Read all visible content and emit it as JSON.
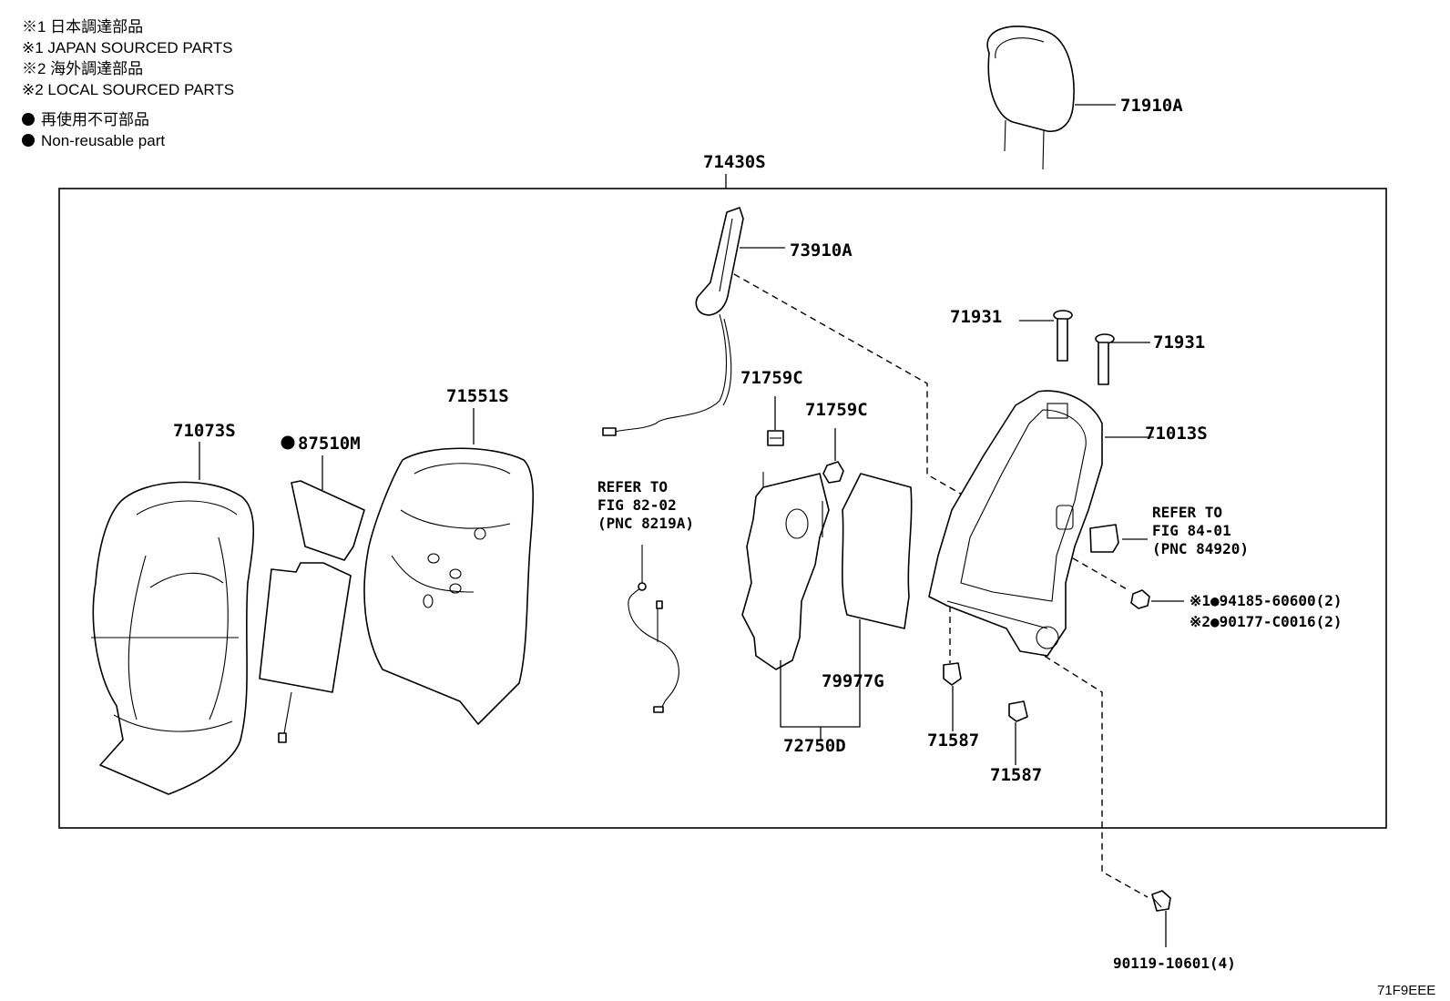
{
  "legend": {
    "line1": "※1 日本調達部品",
    "line2": "※1 JAPAN SOURCED PARTS",
    "line3": "※2 海外調達部品",
    "line4": "※2 LOCAL SOURCED PARTS",
    "line5": "再使用不可部品",
    "line6": "Non-reusable part"
  },
  "parts": {
    "p71910A": "71910A",
    "p71430S": "71430S",
    "p73910A": "73910A",
    "p71931_a": "71931",
    "p71931_b": "71931",
    "p71551S": "71551S",
    "p71073S": "71073S",
    "p87510M": "87510M",
    "p71759C_a": "71759C",
    "p71759C_b": "71759C",
    "p71013S": "71013S",
    "p79977G": "79977G",
    "p72750D": "72750D",
    "p71587_a": "71587",
    "p71587_b": "71587",
    "p94185": "※1●94185-60600(2)",
    "p90177": "※2●90177-C0016(2)",
    "p90119": "90119-10601(4)"
  },
  "refs": {
    "r1_line1": "REFER TO",
    "r1_line2": "FIG 82-02",
    "r1_line3": "(PNC 8219A)",
    "r2_line1": "REFER TO",
    "r2_line2": "FIG 84-01",
    "r2_line3": "(PNC 84920)"
  },
  "illustration_code": "71F9EEE"
}
